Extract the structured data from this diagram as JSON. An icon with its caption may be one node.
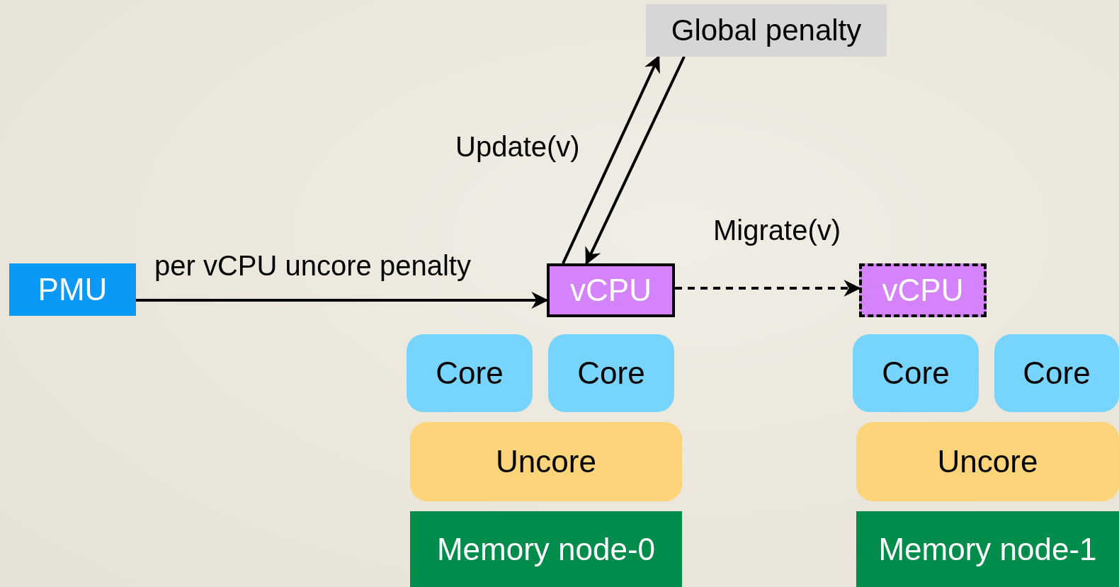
{
  "diagram": {
    "nodes": [
      {
        "text": [
          "Global penalty"
        ]
      },
      {
        "text": [
          "PMU"
        ]
      },
      {
        "text": [
          "vCPU"
        ]
      },
      {
        "text": [
          "vCPU"
        ]
      },
      {
        "text": [
          "Core"
        ]
      },
      {
        "text": [
          "Core"
        ]
      },
      {
        "text": [
          "Core"
        ]
      },
      {
        "text": [
          "Core"
        ]
      },
      {
        "text": [
          "Uncore"
        ]
      },
      {
        "text": [
          "Uncore"
        ]
      },
      {
        "text": [
          "Memory node-0"
        ]
      },
      {
        "text": [
          "Memory node-1"
        ]
      }
    ],
    "edges": [
      {
        "from": 1,
        "to": 2,
        "arrow": "to",
        "label": "per vCPU uncore penalty"
      },
      {
        "from": 2,
        "to": 0,
        "arrow": "to",
        "label": "Update(v)"
      },
      {
        "from": 0,
        "to": 2,
        "arrow": "to"
      },
      {
        "from": 2,
        "to": 3,
        "arrow": "to",
        "label": "Migrate(v)",
        "style": "dashed"
      }
    ]
  }
}
